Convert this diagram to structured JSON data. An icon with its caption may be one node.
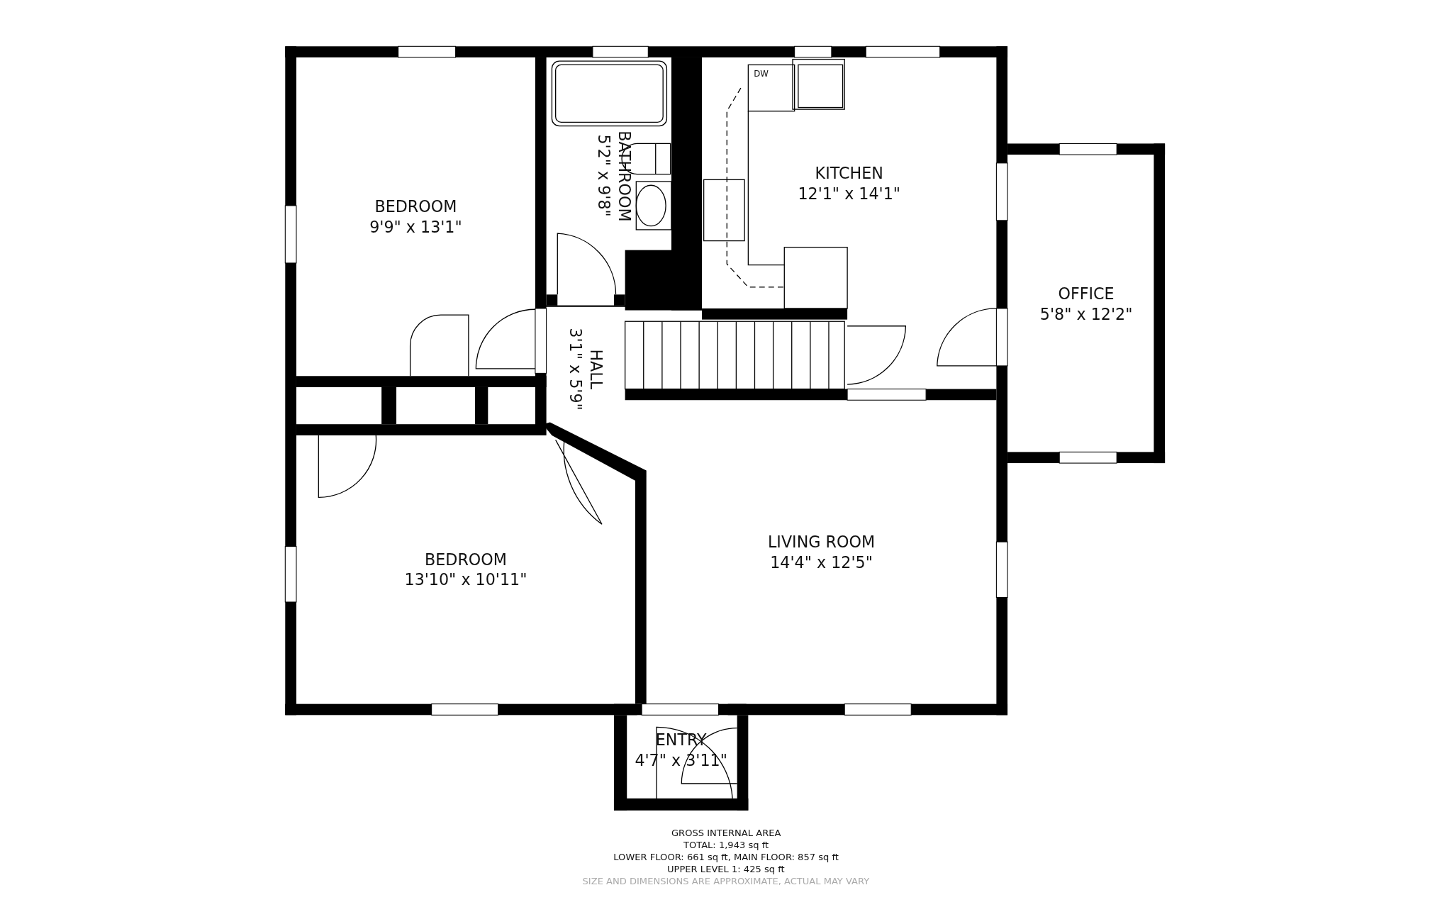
{
  "diagram": {
    "nodes": [
      {
        "text": [
          "BEDROOM",
          "9'9\" x 13'1\""
        ]
      },
      {
        "text": [
          "BATHROOM",
          "5'2\" x 9'8\""
        ]
      },
      {
        "text": [
          "KITCHEN",
          "12'1\" x 14'1\""
        ]
      },
      {
        "text": [
          "OFFICE",
          "5'8\" x 12'2\""
        ]
      },
      {
        "text": [
          "HALL",
          "3'1\" x 5'9\""
        ]
      },
      {
        "text": [
          "BEDROOM",
          "13'10\" x 10'11\""
        ]
      },
      {
        "text": [
          "LIVING ROOM",
          "14'4\" x 12'5\""
        ]
      },
      {
        "text": [
          "ENTRY",
          "4'7\" x 3'11\""
        ]
      }
    ],
    "labels": [
      "DW",
      "GROSS INTERNAL AREA",
      "TOTAL: 1,943 sq ft",
      "LOWER FLOOR: 661 sq ft, MAIN FLOOR: 857 sq ft",
      "UPPER LEVEL 1: 425 sq ft",
      "SIZE AND DIMENSIONS ARE APPROXIMATE, ACTUAL MAY VARY"
    ]
  }
}
